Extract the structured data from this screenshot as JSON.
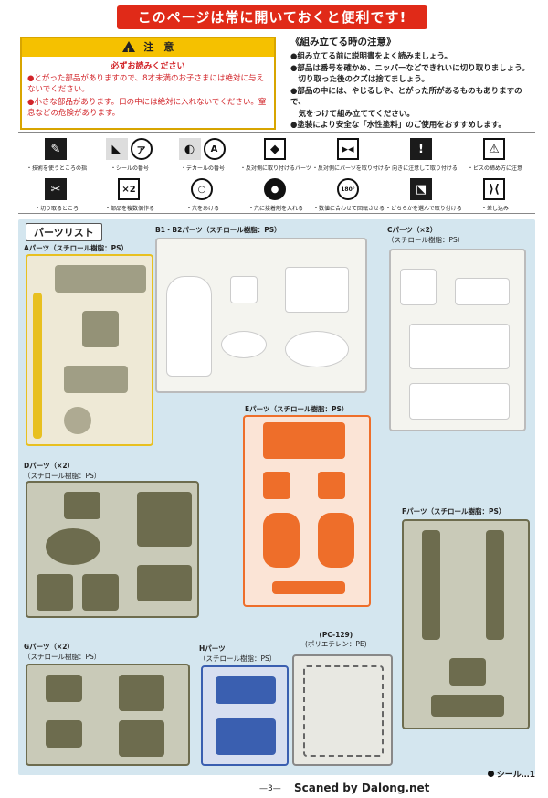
{
  "header": {
    "banner": "このページは常に開いておくと便利です!"
  },
  "caution": {
    "title": "注　意",
    "must_read": "必ずお読みください",
    "items": [
      "●とがった部品がありますので、8才未満のお子さまには絶対に与えないでください。",
      "●小さな部品があります。口の中には絶対に入れないでください。窒息などの危険があります。"
    ]
  },
  "notes": {
    "title": "《組み立てる時の注意》",
    "items": [
      "●組み立てる前に説明書をよく読みましょう。",
      "●部品は番号を確かめ、ニッパーなどできれいに切り取りましょう。",
      "　切り取った後のクズは捨てましょう。",
      "●部品の中には、やじるしや、とがった所があるものもありますので、",
      "　気をつけて組み立ててください。",
      "●塗装により安全な「水性塗料」のご使用をおすすめします。"
    ]
  },
  "legend": {
    "row1": [
      {
        "label": "・技術を使うところの指",
        "icons": [
          "brush-icon"
        ]
      },
      {
        "label": "・シールの番号",
        "icons": [
          "sticker-icon",
          "letter-a-icon"
        ],
        "text": "ア"
      },
      {
        "label": "・デカールの番号",
        "icons": [
          "decal-icon",
          "circle-a-icon"
        ],
        "text": "A"
      },
      {
        "label": "・反対側に取り付けるパーツ",
        "icons": [
          "opposite-side-icon"
        ]
      },
      {
        "label": "・反対側にパーツを取り付ける",
        "icons": [
          "attach-opposite-icon"
        ]
      },
      {
        "label": "・向きに注意して取り付ける",
        "icons": [
          "exclamation-icon"
        ]
      },
      {
        "label": "・ビスの締め方に注意",
        "icons": [
          "screw-icon"
        ]
      }
    ],
    "row2": [
      {
        "label": "・切り取るところ",
        "icons": [
          "cut-icon"
        ]
      },
      {
        "label": "・部品を複数個作る",
        "icons": [
          "times-two-icon"
        ],
        "text": "×2"
      },
      {
        "label": "・穴をあける",
        "icons": [
          "drill-hole-icon"
        ]
      },
      {
        "label": "・穴に接着剤を入れる",
        "icons": [
          "filled-hole-icon"
        ]
      },
      {
        "label": "・数値に合わせて回転させる",
        "icons": [
          "rotate-180-icon"
        ],
        "text": "180°"
      },
      {
        "label": "・どちらかを選んで取り付ける",
        "icons": [
          "choose-one-icon"
        ]
      },
      {
        "label": "・差し込み",
        "icons": [
          "insert-icon"
        ]
      }
    ]
  },
  "parts": {
    "title": "パーツリスト",
    "A": {
      "name": "Aパーツ",
      "material": "（スチロール樹脂：PS）"
    },
    "B": {
      "name": "B1・B2パーツ",
      "material": "（スチロール樹脂：PS）"
    },
    "C": {
      "name": "Cパーツ（×2）",
      "material": "（スチロール樹脂：PS）"
    },
    "D": {
      "name": "Dパーツ（×2）",
      "material": "（スチロール樹脂：PS）"
    },
    "E": {
      "name": "Eパーツ",
      "material": "（スチロール樹脂：PS）"
    },
    "F": {
      "name": "Fパーツ",
      "material": "（スチロール樹脂：PS）"
    },
    "G": {
      "name": "Gパーツ（×2）",
      "material": "（スチロール樹脂：PS）"
    },
    "H": {
      "name": "Hパーツ",
      "material": "（スチロール樹脂：PS）"
    },
    "PC": {
      "name": "(PC-129)",
      "material": "(ポリエチレン：PE)"
    }
  },
  "colors": {
    "banner": "#e02a18",
    "caution_accent": "#f5c100",
    "parts_bg": "#d4e6ef",
    "runner_A": "#e8c020",
    "runner_white": "#f4f4ef",
    "runner_olive": "#6d6c4e",
    "runner_orange": "#ee6e2a",
    "runner_blue": "#3a5fb0"
  },
  "footer": {
    "page": "—3—",
    "credit": "Scaned by Dalong.net",
    "seal": "シール…1"
  }
}
